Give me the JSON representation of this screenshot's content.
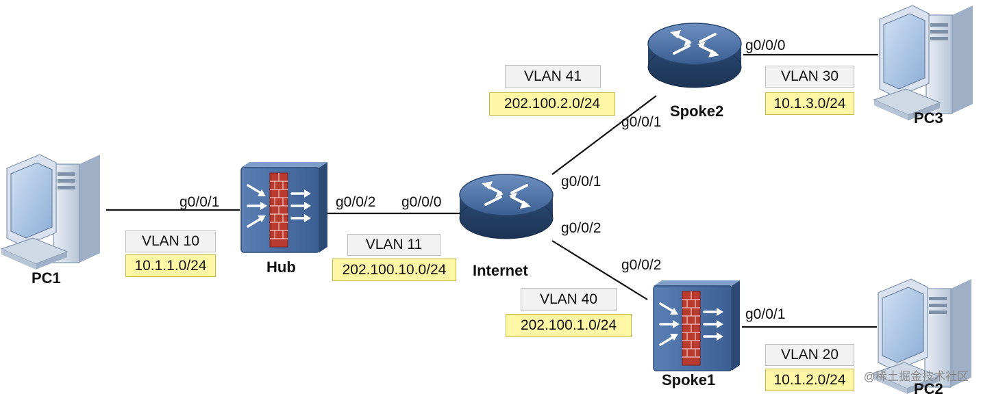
{
  "colors": {
    "link": "#111111",
    "vlan_fill": "#f2f2f2",
    "subnet_fill": "#fff7a6",
    "router_blue": "#2f4f78",
    "firewall_blue": "#3d5f8f",
    "firewall_red": "#c0392b"
  },
  "devices": {
    "pc1": {
      "label": "PC1",
      "icon": "desktop-pc-icon"
    },
    "hub": {
      "label": "Hub",
      "icon": "firewall-icon"
    },
    "internet": {
      "label": "Internet",
      "icon": "router-icon"
    },
    "spoke2": {
      "label": "Spoke2",
      "icon": "router-icon"
    },
    "spoke1": {
      "label": "Spoke1",
      "icon": "firewall-icon"
    },
    "pc3": {
      "label": "PC3",
      "icon": "desktop-pc-icon"
    },
    "pc2": {
      "label": "PC2",
      "icon": "desktop-pc-icon"
    }
  },
  "ports": {
    "hub_left": "g0/0/1",
    "hub_right": "g0/0/2",
    "internet_left": "g0/0/0",
    "internet_upper": "g0/0/1",
    "internet_lower": "g0/0/2",
    "spoke2_lower": "g0/0/1",
    "spoke2_right": "g0/0/0",
    "spoke1_upper": "g0/0/2",
    "spoke1_right": "g0/0/1"
  },
  "segments": {
    "pc1_hub": {
      "vlan": "VLAN 10",
      "subnet": "10.1.1.0/24"
    },
    "hub_internet": {
      "vlan": "VLAN 11",
      "subnet": "202.100.10.0/24"
    },
    "internet_spoke2": {
      "vlan": "VLAN 41",
      "subnet": "202.100.2.0/24"
    },
    "spoke2_pc3": {
      "vlan": "VLAN 30",
      "subnet": "10.1.3.0/24"
    },
    "internet_spoke1": {
      "vlan": "VLAN 40",
      "subnet": "202.100.1.0/24"
    },
    "spoke1_pc2": {
      "vlan": "VLAN 20",
      "subnet": "10.1.2.0/24"
    }
  },
  "watermark": "@稀土掘金技术社区"
}
